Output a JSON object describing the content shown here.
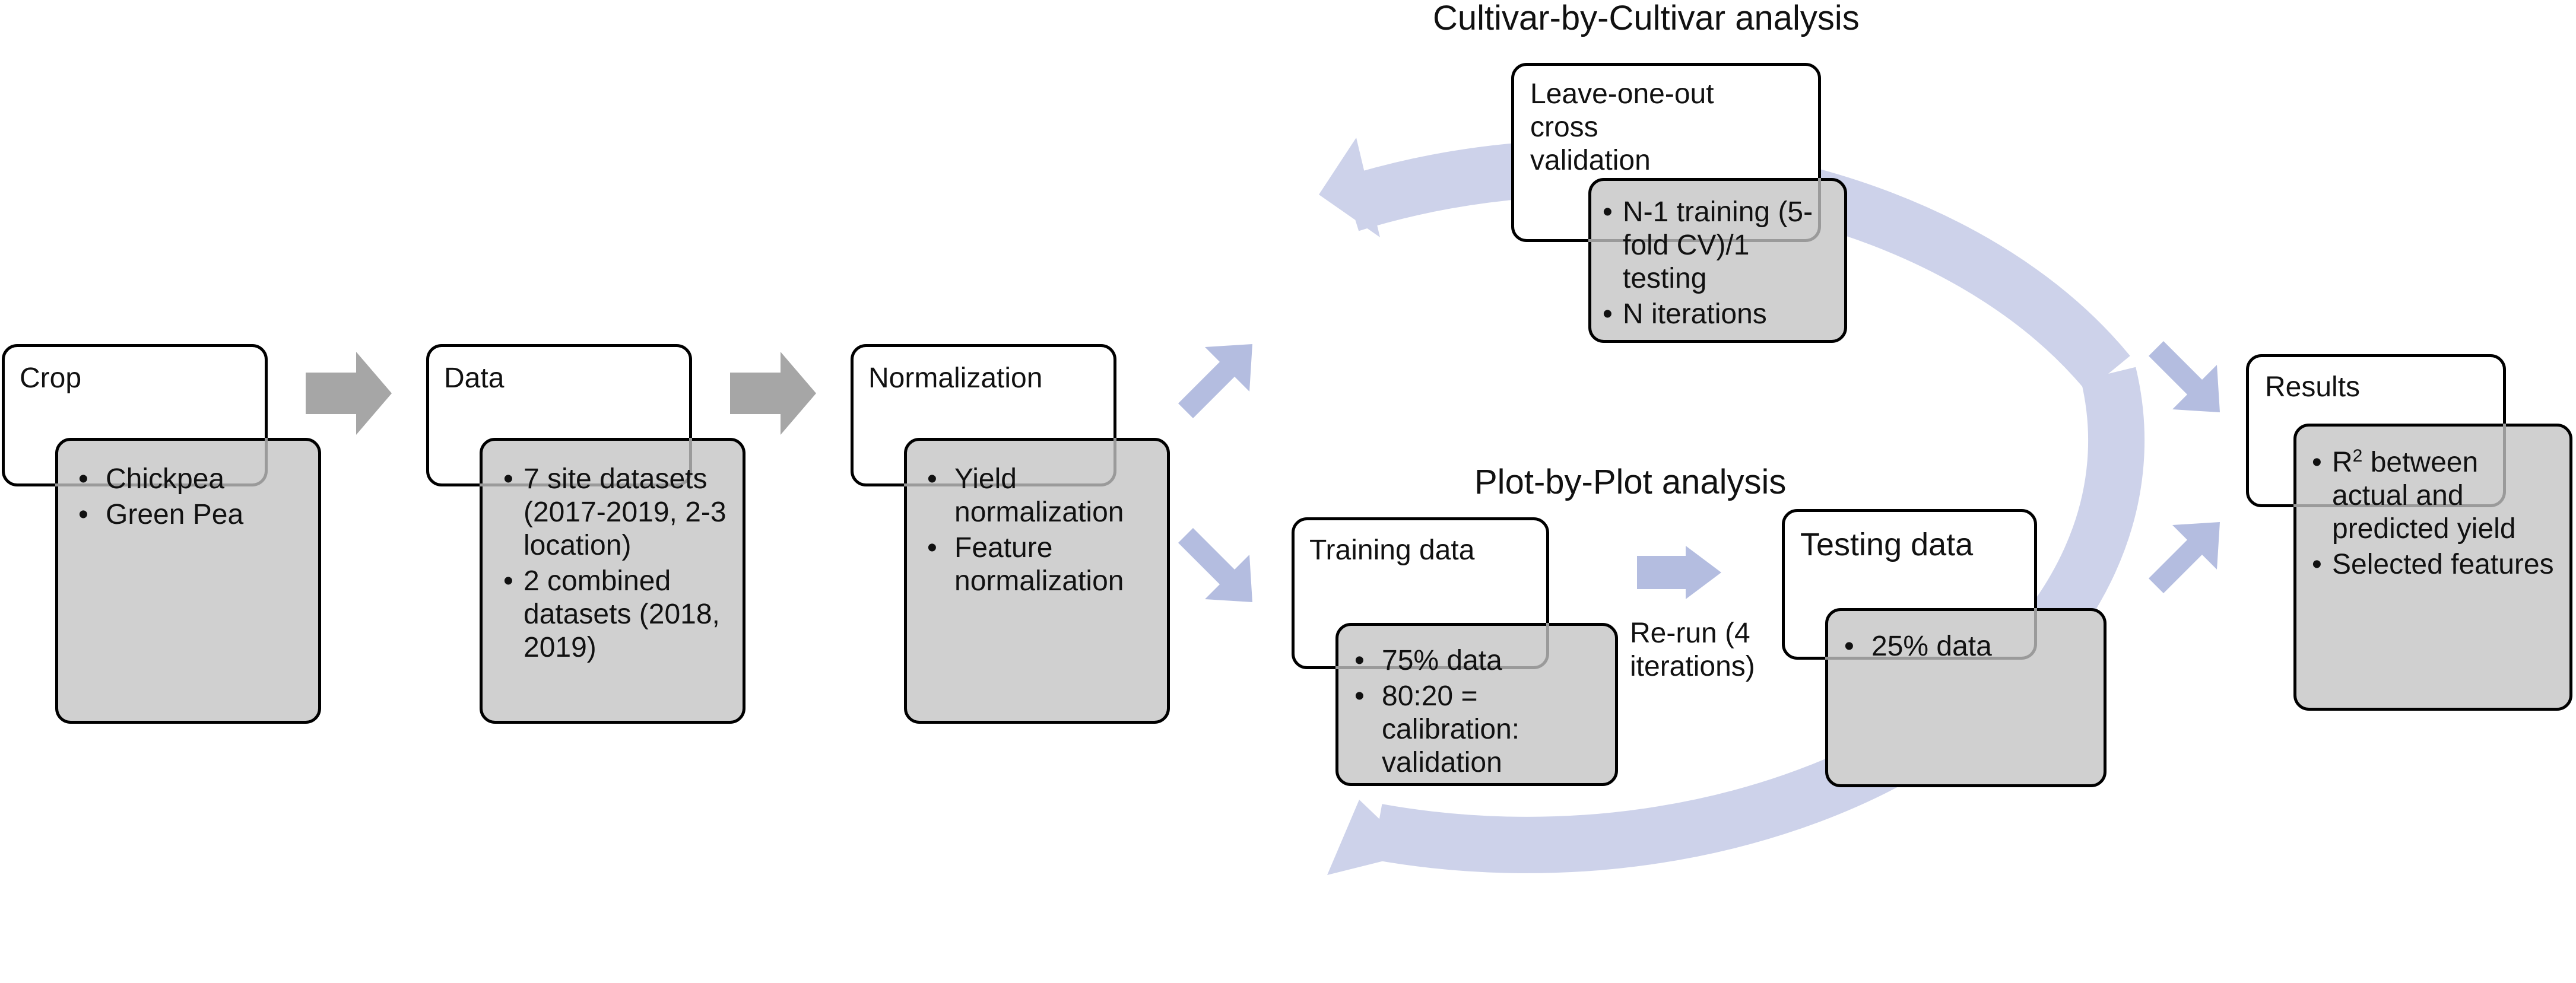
{
  "colors": {
    "arrow_gray": "#a6a6a6",
    "arrow_blue": "#b4bde0",
    "cycle_ring": "#cdd2ea",
    "box_fill": "#d0d0d0",
    "box_border": "#000000"
  },
  "headings": {
    "cultivar": "Cultivar-by-Cultivar analysis",
    "plot": "Plot-by-Plot analysis"
  },
  "crop": {
    "title": "Crop",
    "items": [
      "Chickpea",
      "Green Pea"
    ]
  },
  "data": {
    "title": "Data",
    "items": [
      "7 site datasets (2017-2019, 2-3 location)",
      "2 combined datasets (2018, 2019)"
    ]
  },
  "normalization": {
    "title": "Normalization",
    "items": [
      "Yield normalization",
      "Feature normalization"
    ]
  },
  "loo": {
    "title": "Leave-one-out cross validation",
    "items": [
      "N-1 training (5-fold CV)/1 testing",
      "N iterations"
    ]
  },
  "training": {
    "title": "Training data",
    "items": [
      "75% data",
      "80:20 = calibration: validation"
    ]
  },
  "rerun": "Re-run (4 iterations)",
  "testing": {
    "title": "Testing data",
    "items": [
      "25% data"
    ]
  },
  "results": {
    "title": "Results",
    "item1_prefix": "R",
    "item1_sup": "2",
    "item1_rest": " between actual and predicted yield",
    "item2": "Selected features"
  }
}
